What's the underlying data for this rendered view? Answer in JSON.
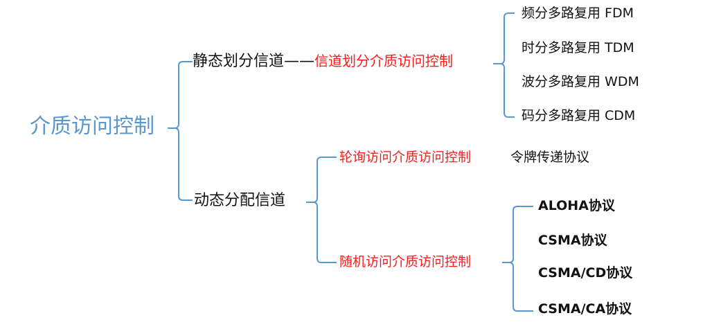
{
  "colors": {
    "root_text": "#5b97cf",
    "bracket": "#5b97cf",
    "highlight_text": "#ff1a1a",
    "text": "#111111",
    "background": "#ffffff"
  },
  "root": "介质访问控制",
  "static": {
    "label": "静态划分信道",
    "dash": "——",
    "note": "信道划分介质访问控制",
    "items": [
      "频分多路复用 FDM",
      "时分多路复用 TDM",
      "波分多路复用 WDM",
      "码分多路复用 CDM"
    ]
  },
  "dynamic": {
    "label": "动态分配信道",
    "polling": {
      "label": "轮询访问介质访问控制",
      "protocol": "令牌传递协议"
    },
    "random": {
      "label": "随机访问介质访问控制",
      "items": [
        "ALOHA协议",
        "CSMA协议",
        "CSMA/CD协议",
        "CSMA/CA协议"
      ]
    }
  }
}
